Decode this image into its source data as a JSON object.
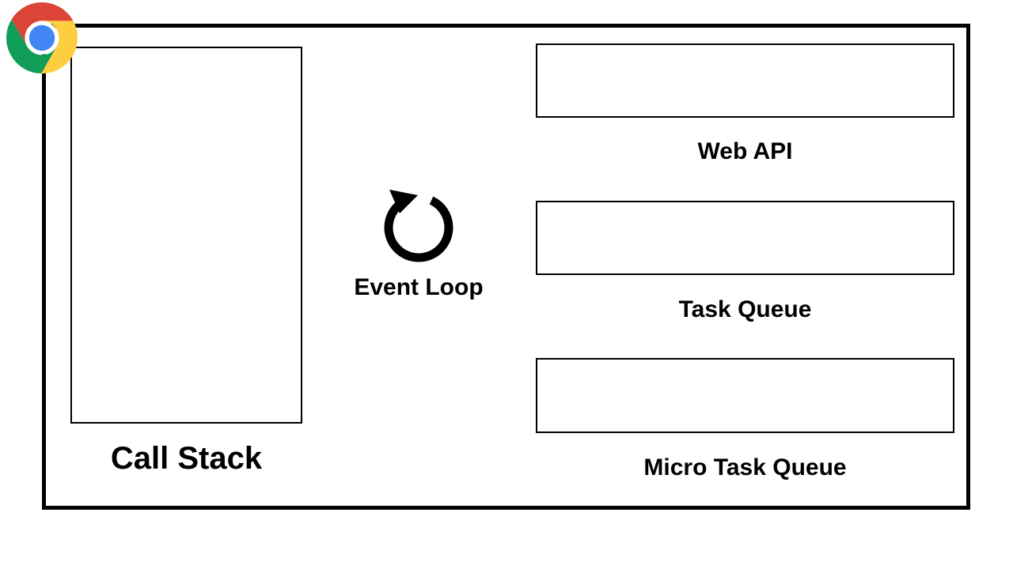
{
  "page": {
    "background": "#ffffff"
  },
  "browser": {
    "name": "Chrome",
    "logo": "chrome-logo"
  },
  "call_stack": {
    "label": "Call Stack"
  },
  "event_loop": {
    "label": "Event Loop",
    "icon": "clockwise-circular-arrow"
  },
  "panels": [
    {
      "id": "web-api",
      "label": "Web API"
    },
    {
      "id": "task-queue",
      "label": "Task Queue"
    },
    {
      "id": "micro-task-queue",
      "label": "Micro Task Queue"
    }
  ],
  "colors": {
    "line": "#000000",
    "text": "#000000",
    "chrome_red": "#DB4437",
    "chrome_yellow": "#FFCD40",
    "chrome_green": "#0F9D58",
    "chrome_blue": "#4285F4",
    "chrome_ring": "#FFFFFF"
  }
}
